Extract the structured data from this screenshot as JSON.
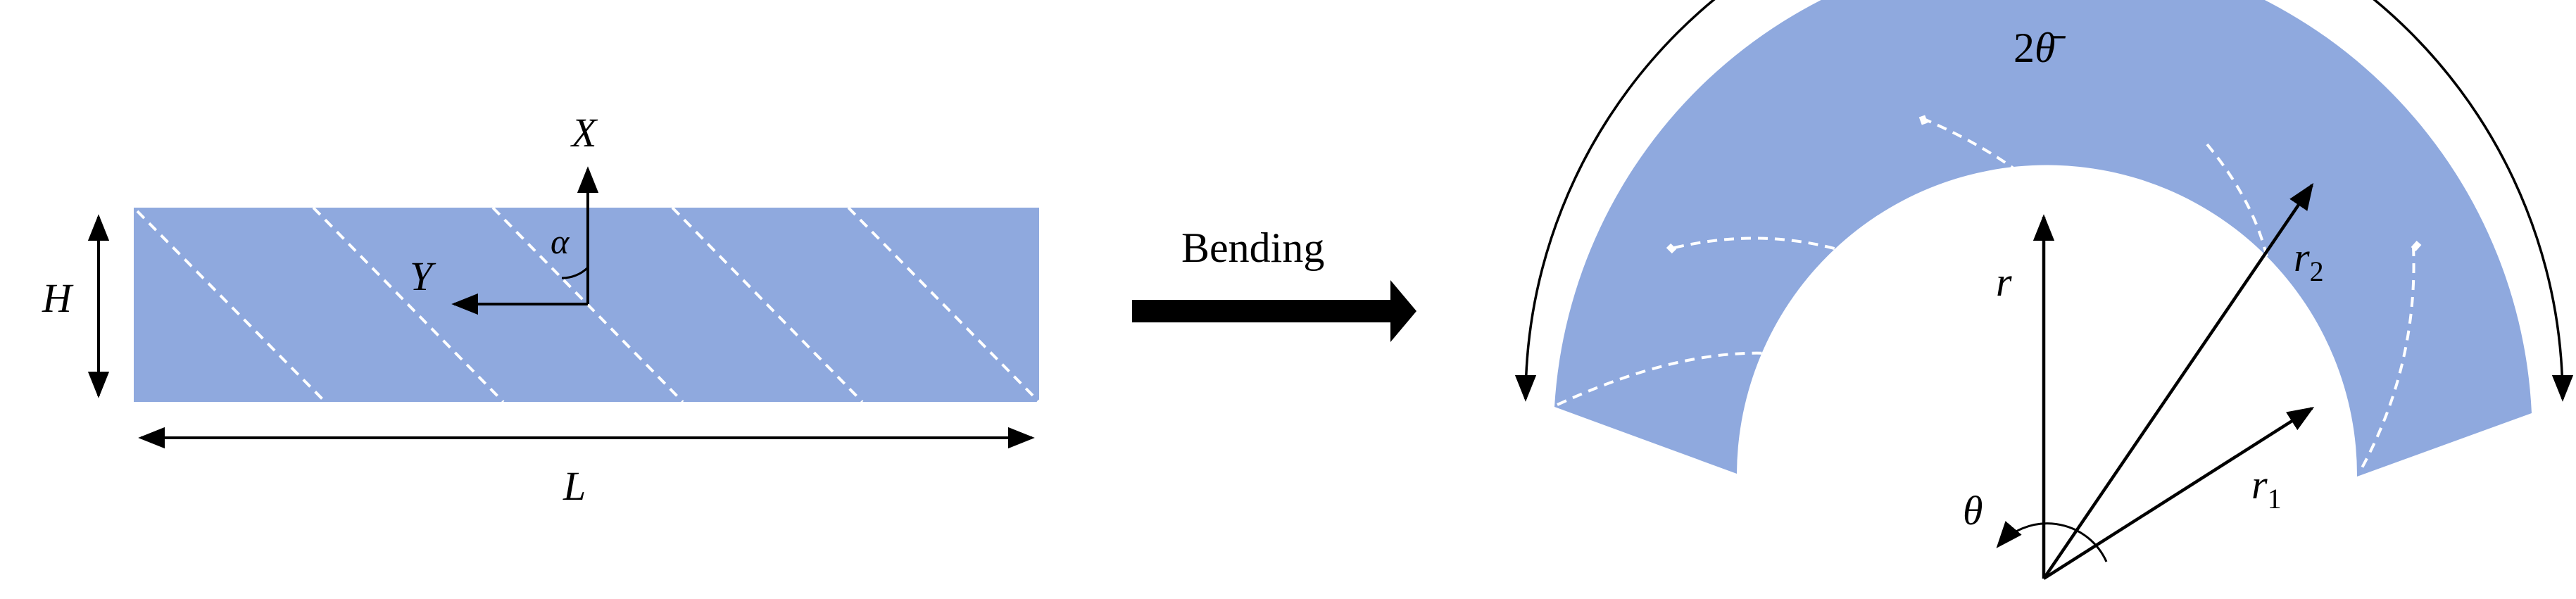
{
  "labels": {
    "H": "H",
    "L": "L",
    "X": "X",
    "Y": "Y",
    "alpha": "α",
    "bending": "Bending",
    "two": "2",
    "theta_bar": "θ̄",
    "r_vec": "r⃗",
    "r1_r": "r",
    "r1_sub": "1",
    "r2_r": "r",
    "r2_sub": "2",
    "theta_vec": "θ⃗"
  },
  "colors": {
    "band_fill": "#8FA9DE",
    "stroke": "#000000",
    "dash": "#ffffff"
  }
}
